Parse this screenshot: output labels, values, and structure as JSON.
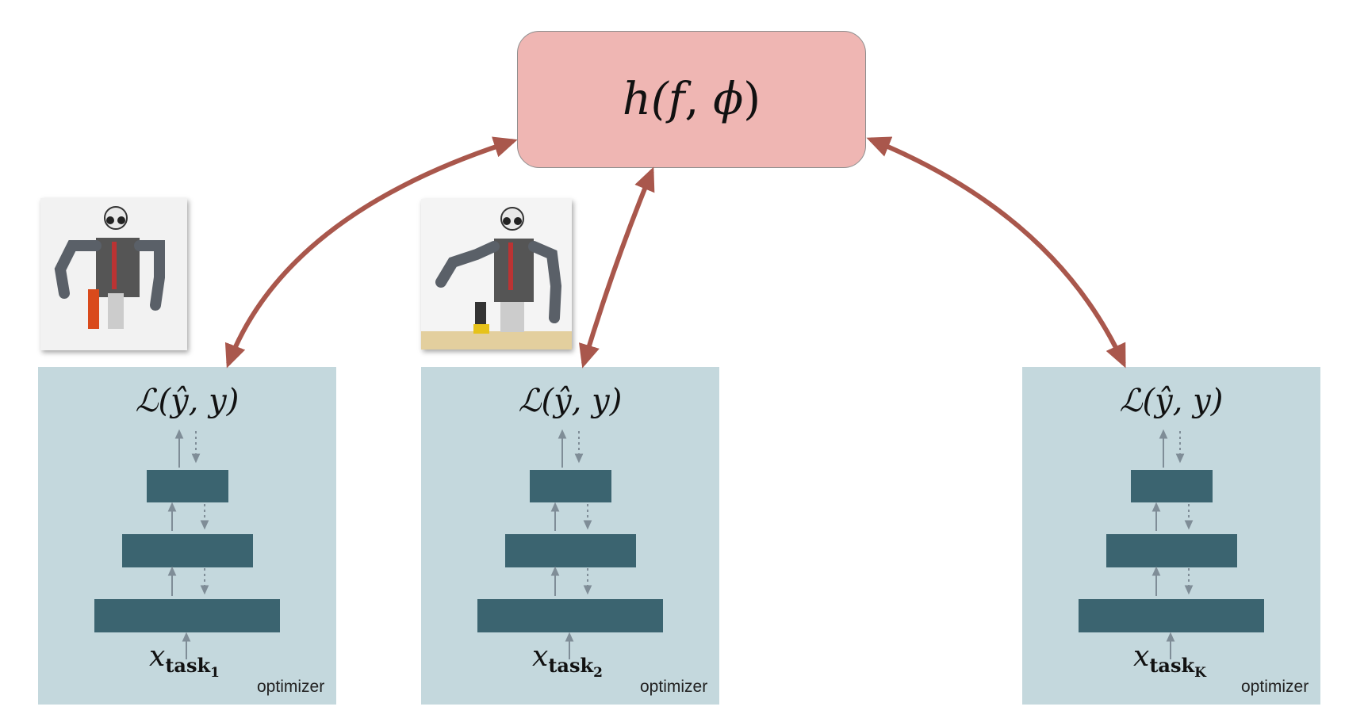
{
  "meta": {
    "label_pre": "h(",
    "label_f": "f",
    "label_sep": ", ",
    "label_phi": "ϕ",
    "label_post": ")"
  },
  "panels": [
    {
      "loss": "ℒ(ŷ, y)",
      "x_main": "x",
      "x_sub": "task",
      "x_subsub": "1",
      "optimizer": "optimizer"
    },
    {
      "loss": "ℒ(ŷ, y)",
      "x_main": "x",
      "x_sub": "task",
      "x_subsub": "2",
      "optimizer": "optimizer"
    },
    {
      "loss": "ℒ(ŷ, y)",
      "x_main": "x",
      "x_sub": "task",
      "x_subsub": "K",
      "optimizer": "optimizer"
    }
  ],
  "colors": {
    "arrow": "#a9574c",
    "panel": "#c4d8dd",
    "block": "#3b6470",
    "meta": "#efb6b3",
    "small_arrow": "#7f8d97"
  },
  "icons": [
    "robot-photo-pringles",
    "robot-photo-drill"
  ]
}
